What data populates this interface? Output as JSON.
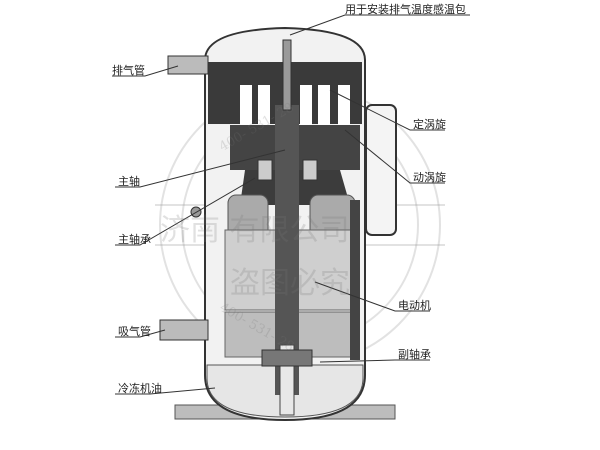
{
  "labels": {
    "sensor_mount": "用于安装排气温度感温包",
    "discharge_pipe": "排气管",
    "fixed_scroll": "定涡旋",
    "main_shaft": "主轴",
    "orbiting_scroll": "动涡旋",
    "main_bearing": "主轴承",
    "motor": "电动机",
    "suction_pipe": "吸气管",
    "auxiliary_bearing": "副轴承",
    "refrigerant_oil": "冷冻机油"
  },
  "watermark": {
    "company": "济南    有限公司",
    "warning": "盗图必究",
    "phone_top": "400-  531-  28",
    "phone_bottom": "400-  531-  28"
  },
  "colors": {
    "dark": "#3a3a3a",
    "mid": "#9a9a9a",
    "light": "#d4d4d4"
  }
}
